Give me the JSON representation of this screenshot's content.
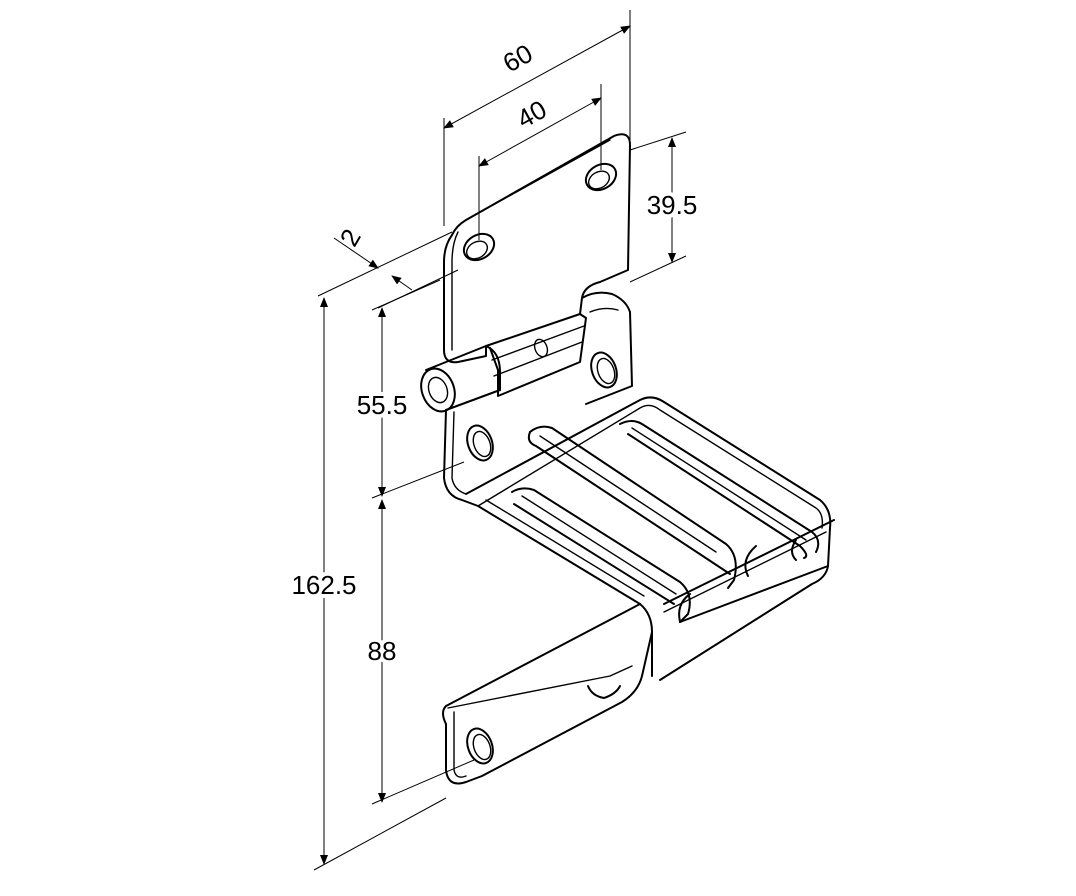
{
  "dimensions": {
    "overall_width": "60",
    "hole_spacing": "40",
    "hinge_leaf_height": "39.5",
    "thickness": "2",
    "upper_height": "55.5",
    "total_height": "162.5",
    "lower_height": "88"
  }
}
